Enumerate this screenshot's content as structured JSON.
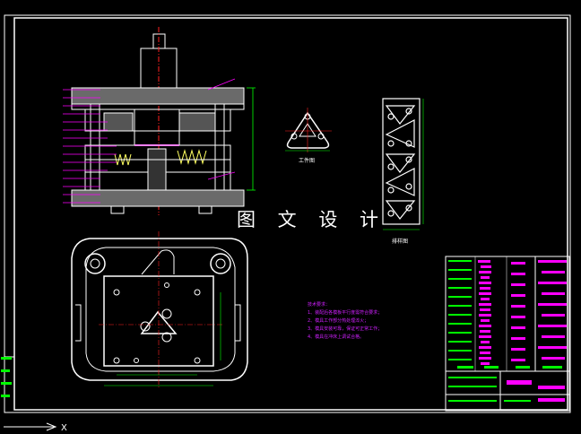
{
  "watermark": "图 文 设 计",
  "views": {
    "top_label": "工件图",
    "strip_label": "排样图"
  },
  "notes": {
    "title": "技术要求：",
    "items": [
      "1、装配后各模板平行度需符合要求；",
      "2、模具工作部分热处理淬火；",
      "3、模具安装可靠，保证可正常工作；",
      "4、模具在冲床上调试合格。"
    ]
  },
  "axis": {
    "x": "X"
  },
  "colors": {
    "background": "#000000",
    "frame": "#ffffff",
    "dimension": "#00ff00",
    "centerline": "#ff2020",
    "title_block": "#ff00ff"
  }
}
